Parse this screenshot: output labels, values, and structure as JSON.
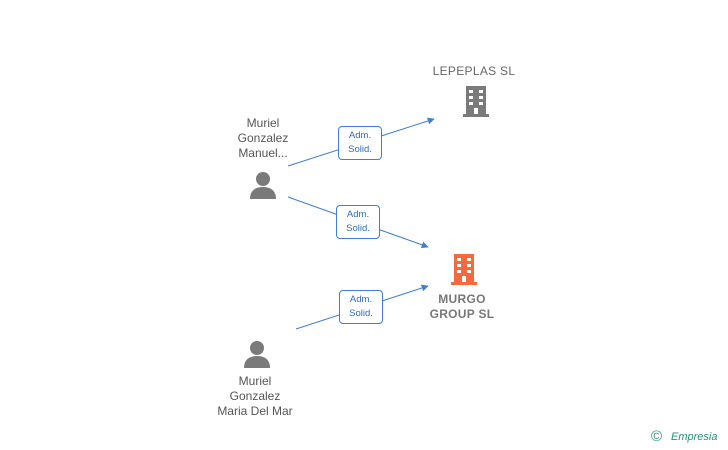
{
  "nodes": {
    "lepeplas": {
      "label": "LEPEPLAS  SL",
      "color": "#7a7a7a"
    },
    "murgo": {
      "lines": [
        "MURGO",
        "GROUP  SL"
      ],
      "color": "#f26a3d"
    },
    "muriel_manuel": {
      "lines": [
        "Muriel",
        "Gonzalez",
        "Manuel..."
      ],
      "color": "#7a7a7a"
    },
    "muriel_maria": {
      "lines": [
        "Muriel",
        "Gonzalez",
        "Maria Del Mar"
      ],
      "color": "#7a7a7a"
    }
  },
  "edges": [
    {
      "from": "muriel_manuel",
      "to": "lepeplas",
      "lines": [
        "Adm.",
        "Solid."
      ]
    },
    {
      "from": "muriel_manuel",
      "to": "murgo",
      "lines": [
        "Adm.",
        "Solid."
      ]
    },
    {
      "from": "muriel_maria",
      "to": "murgo",
      "lines": [
        "Adm.",
        "Solid."
      ]
    }
  ],
  "colors": {
    "edge": "#3d7fd0"
  },
  "footer": {
    "copyright_symbol": "©",
    "brand": "Empresia"
  }
}
